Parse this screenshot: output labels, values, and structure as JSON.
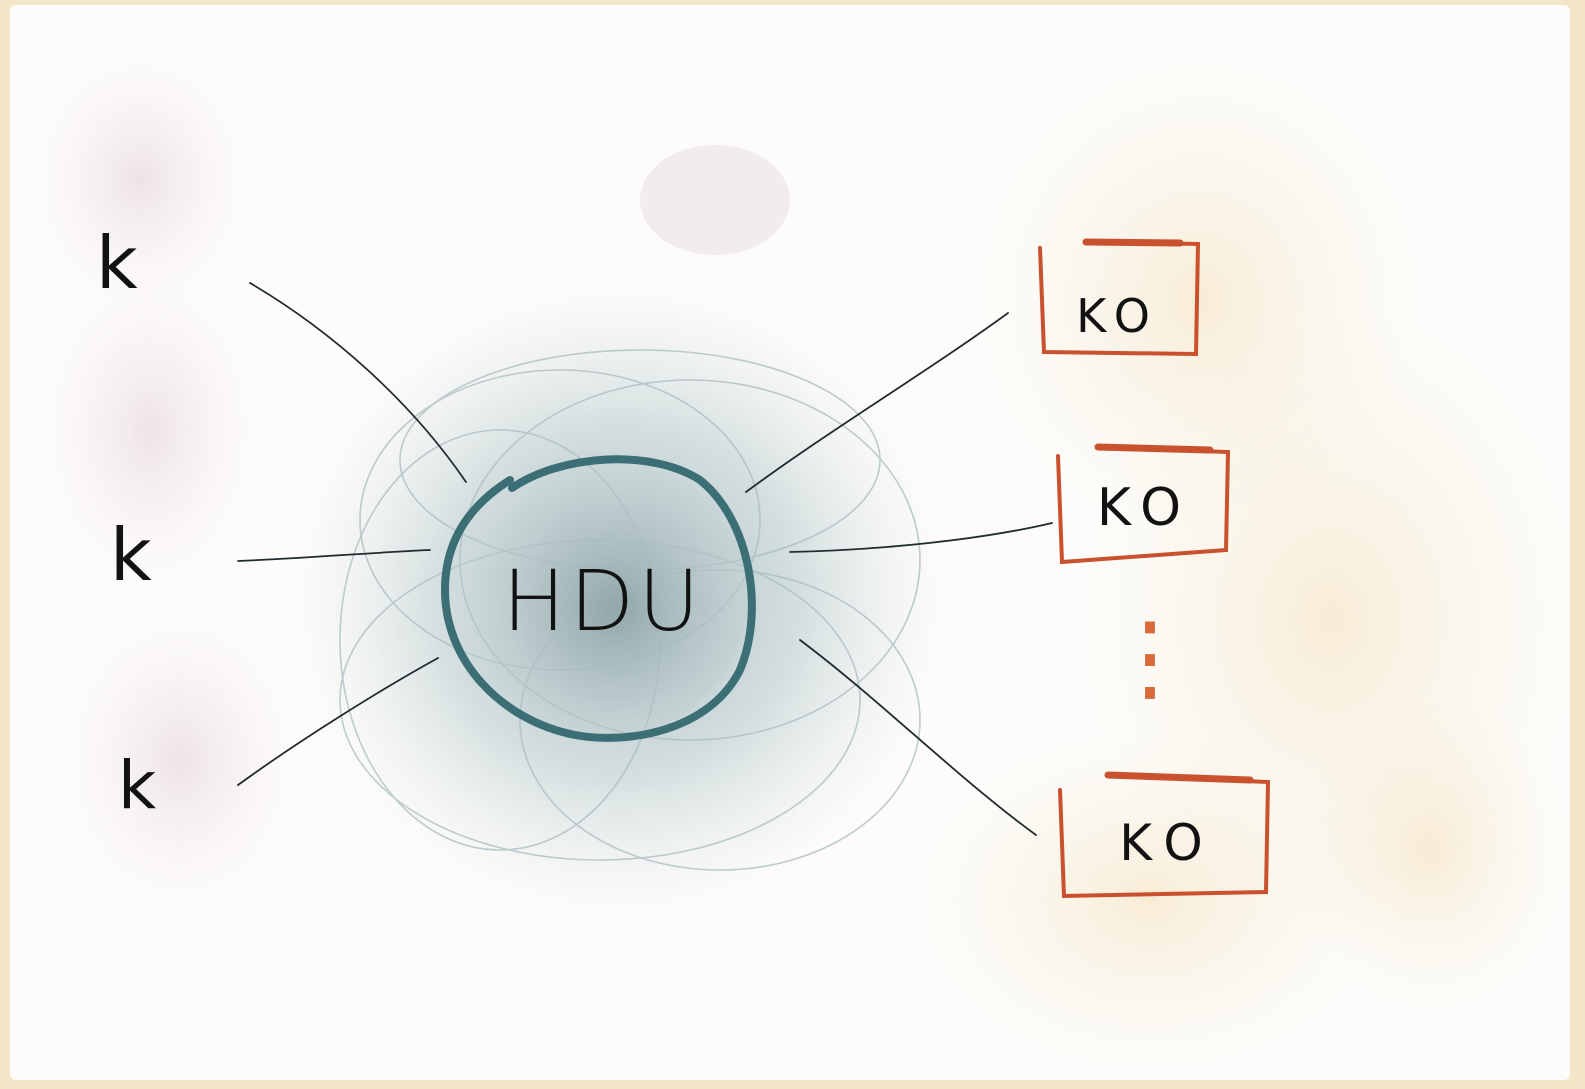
{
  "diagram": {
    "hub": {
      "label": "HDU",
      "ring_color": "#3b6e75",
      "cloud_color": "#9fb6bb"
    },
    "left_nodes": [
      {
        "label": "k"
      },
      {
        "label": "k"
      },
      {
        "label": "k"
      }
    ],
    "right_nodes": [
      {
        "label": "KO"
      },
      {
        "label": "KO"
      },
      {
        "label": "KO"
      }
    ],
    "ellipsis": "⋮",
    "box_color": "#c9512d",
    "line_color": "#1f2b2e"
  }
}
